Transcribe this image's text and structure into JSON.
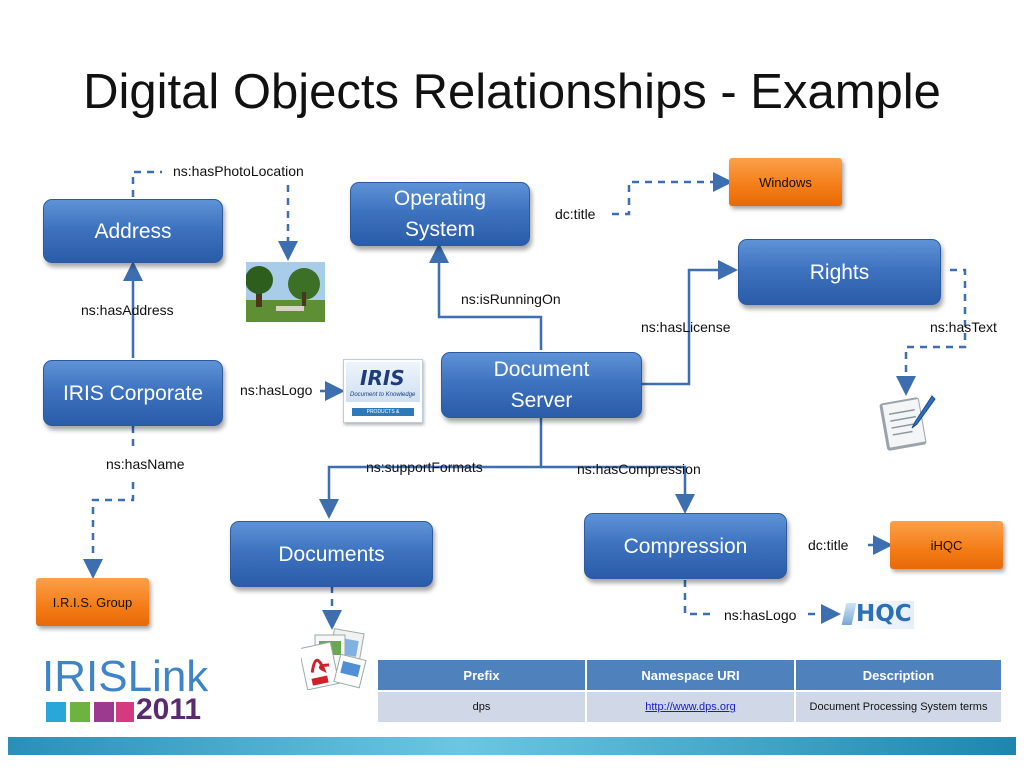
{
  "slide": {
    "title": "Digital Objects Relationships - Example"
  },
  "nodes": {
    "address": "Address",
    "operating_system": "Operating System",
    "rights": "Rights",
    "iris_corporate": "IRIS Corporate",
    "document_server": "Document Server",
    "documents": "Documents",
    "compression": "Compression"
  },
  "values": {
    "windows": "Windows",
    "ihqc": "iHQC",
    "iris_group": "I.R.I.S. Group"
  },
  "labels": {
    "has_photo_location": "ns:hasPhotoLocation",
    "dc_title_os": "dc:title",
    "has_address": "ns:hasAddress",
    "is_running_on": "ns:isRunningOn",
    "has_license": "ns:hasLicense",
    "has_text": "ns:hasText",
    "has_logo_iris": "ns:hasLogo",
    "has_name": "ns:hasName",
    "support_formats": "ns:supportFormats",
    "has_compression": "ns:hasCompression",
    "dc_title_comp": "dc:title",
    "has_logo_hqc": "ns:hasLogo"
  },
  "images": {
    "iris_logo_main": "IRIS",
    "iris_logo_sub": "Document to Knowledge",
    "iris_logo_bar": "PRODUCTS & TECHNOLOGIES",
    "hqc_logo": "HQC"
  },
  "table": {
    "headers": [
      "Prefix",
      "Namespace URI",
      "Description"
    ],
    "rows": [
      {
        "prefix": "dps",
        "uri": "http://www.dps.org",
        "description": "Document Processing System  terms"
      }
    ]
  },
  "branding": {
    "logo_text": "IRISLink",
    "logo_year": "2011"
  },
  "colors": {
    "node_blue": "#3e73c0",
    "value_orange": "#f47c16",
    "line_blue": "#3d6fb0",
    "header_blue": "#4f81bd"
  },
  "icons": [
    "photo-thumbnail",
    "iris-logo",
    "document-pen-icon",
    "file-formats-icon",
    "hqc-logo",
    "colored-cubes-icon"
  ]
}
